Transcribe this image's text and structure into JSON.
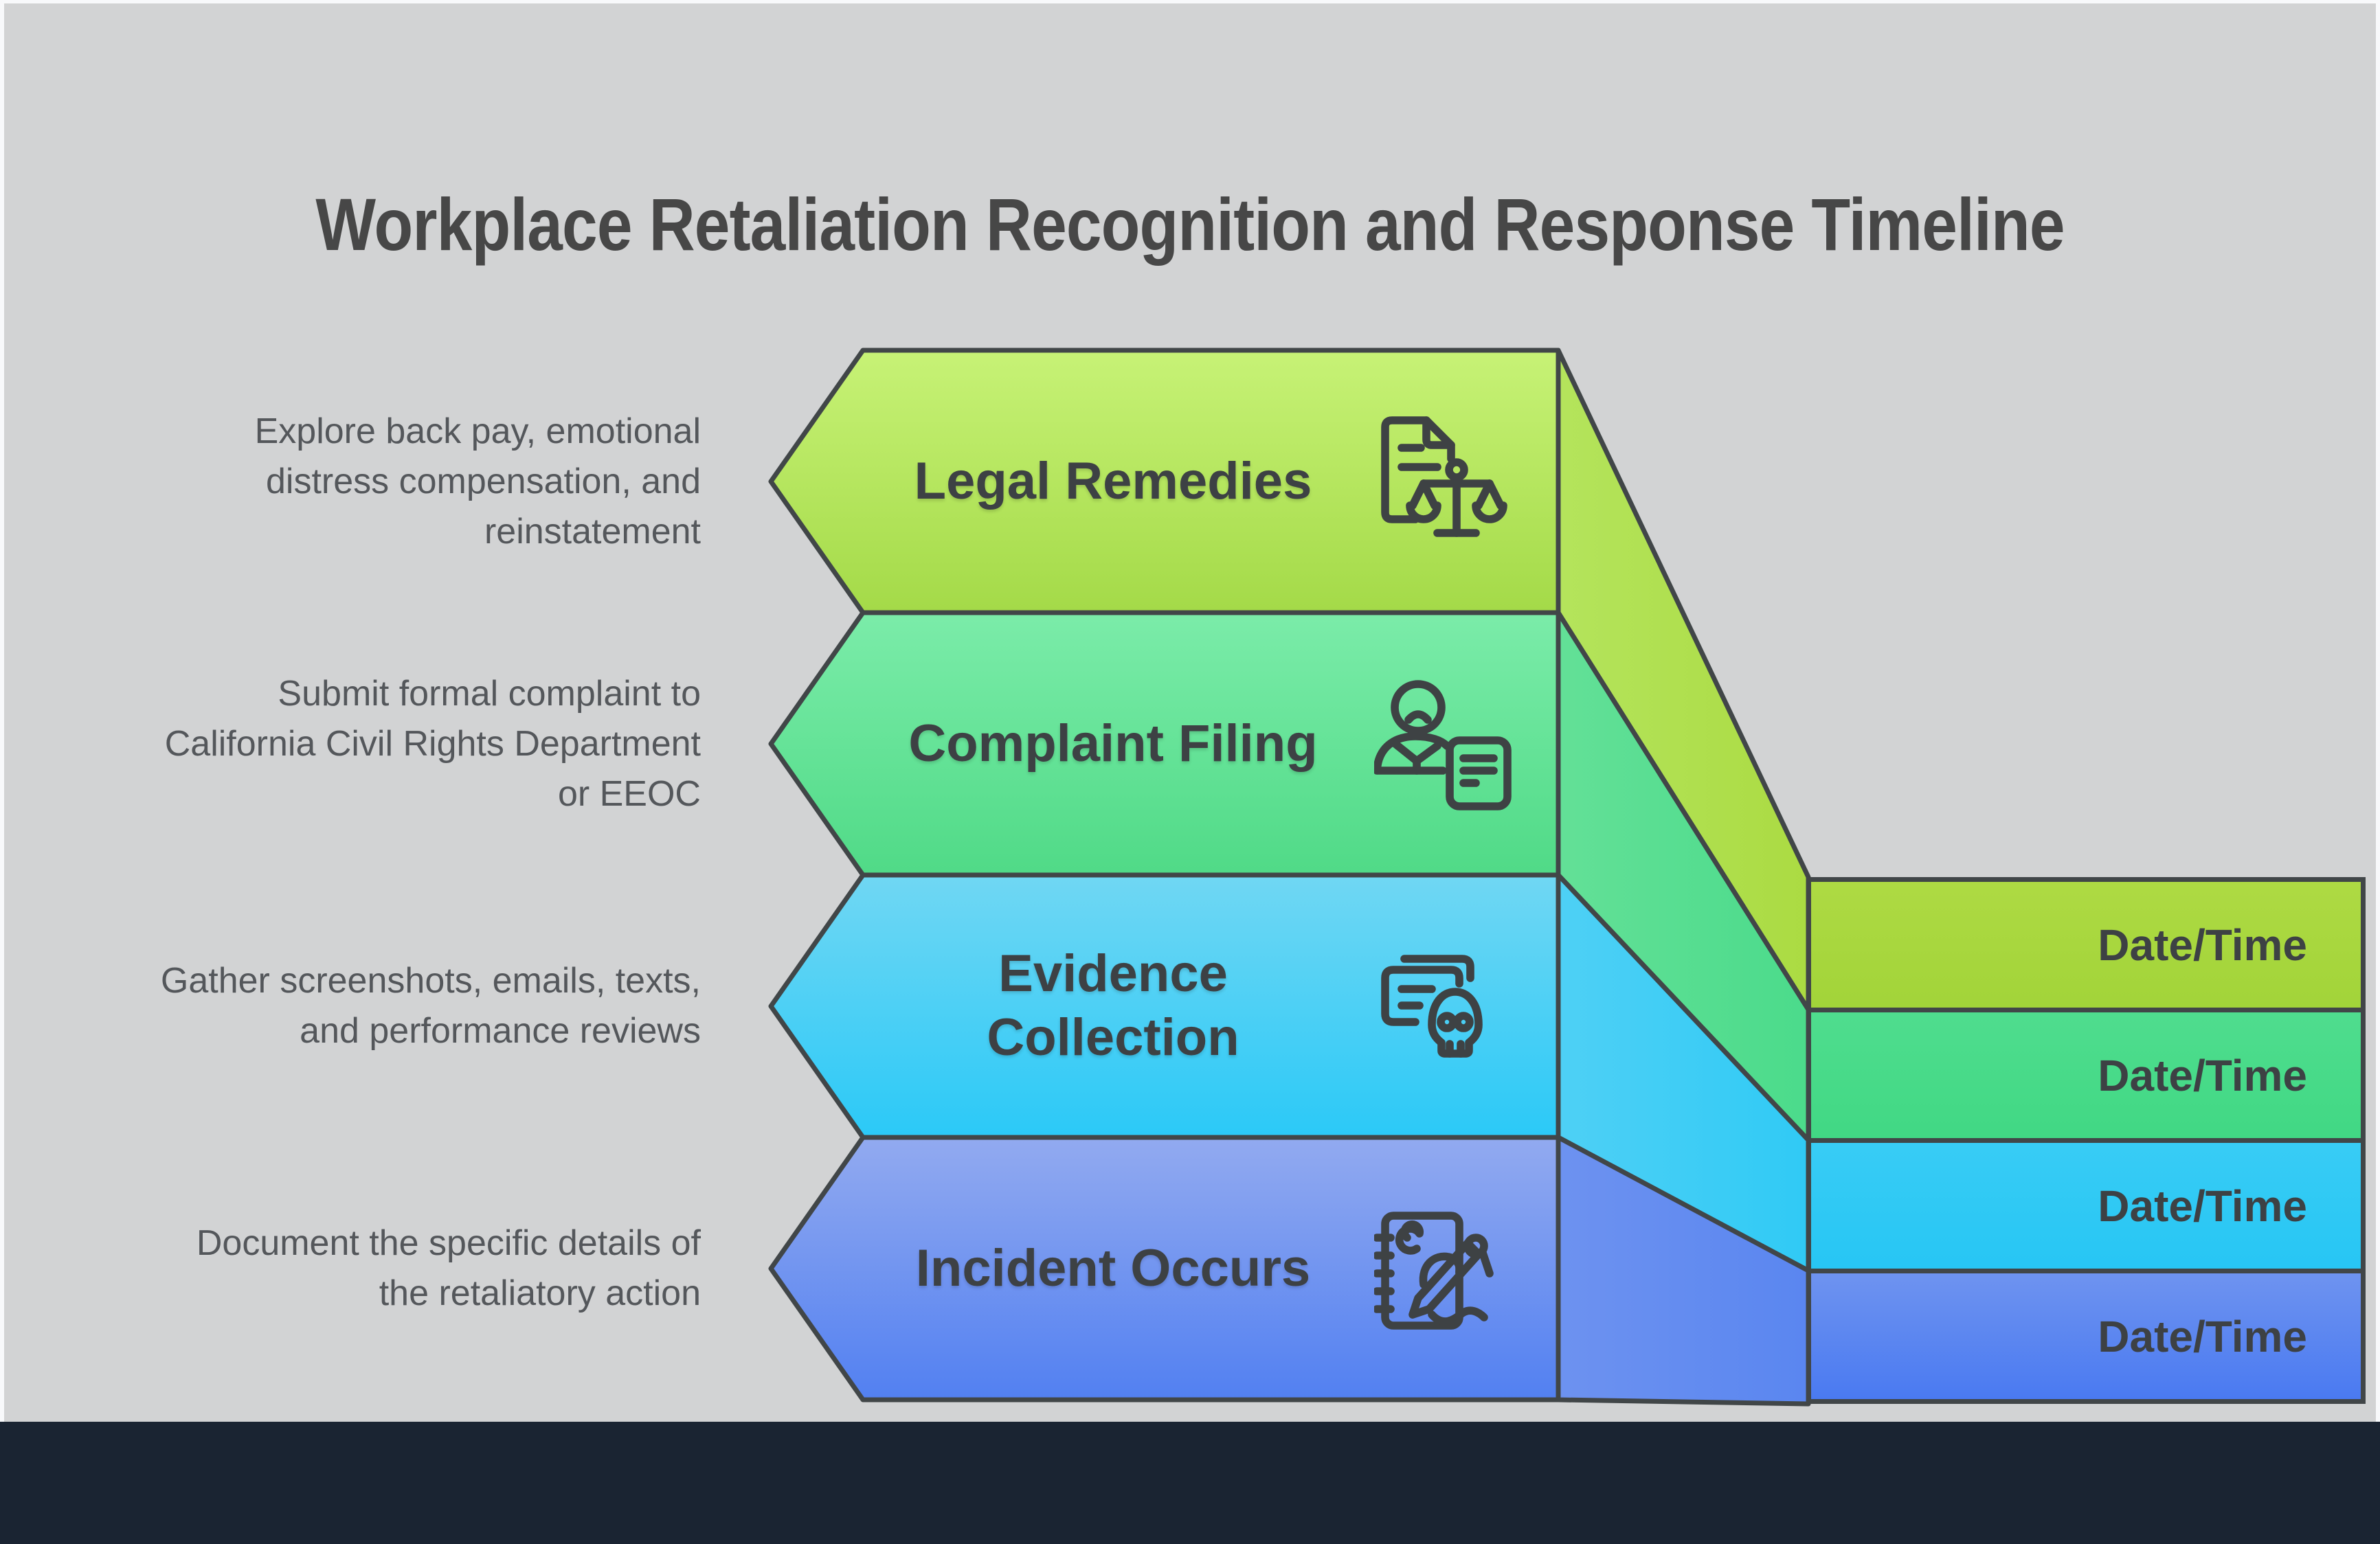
{
  "title": "Workplace Retaliation Recognition and Response Timeline",
  "theme": {
    "background": "#d2d3d4",
    "page_margin": "#f8f9fb",
    "footer_bar": "#1a2432",
    "outline": "#414648",
    "title_color": "#474747",
    "label_color": "#3d4144",
    "description_color": "#54575b"
  },
  "stages": [
    {
      "id": "legal-remedies",
      "label": "Legal Remedies",
      "description_lines": [
        "Explore back pay, emotional",
        "distress compensation, and",
        "reinstatement"
      ],
      "date_label": "Date/Time",
      "icon": "document-scales-icon",
      "arrow_top_color": "#c7f276",
      "arrow_bottom_color": "#a4da48",
      "band_from": "#b4e45c",
      "band_to": "#abdb42",
      "box_bg": "linear-gradient(180deg,#aeda43,#a2d439)"
    },
    {
      "id": "complaint-filing",
      "label": "Complaint Filing",
      "description_lines": [
        "Submit formal complaint to",
        "California Civil Rights Department",
        "or EEOC"
      ],
      "date_label": "Date/Time",
      "icon": "person-complaint-form-icon",
      "arrow_top_color": "#7beca9",
      "arrow_bottom_color": "#50da87",
      "band_from": "#63e097",
      "band_to": "#4bdb8b",
      "box_bg": "linear-gradient(180deg,#4fdd8e,#41d884)"
    },
    {
      "id": "evidence-collection",
      "label": "Evidence Collection",
      "description_lines": [
        "Gather screenshots, emails, texts,",
        "and performance reviews"
      ],
      "date_label": "Date/Time",
      "icon": "documents-skull-icon",
      "arrow_top_color": "#70d7f3",
      "arrow_bottom_color": "#2bc9f7",
      "band_from": "#4ed0f5",
      "band_to": "#30caf5",
      "box_bg": "linear-gradient(180deg,#38ccf5,#27c6f4)"
    },
    {
      "id": "incident-occurs",
      "label": "Incident Occurs",
      "description_lines": [
        "Document the specific details of",
        "the retaliatory action"
      ],
      "date_label": "Date/Time",
      "icon": "notebook-pen-icon",
      "arrow_top_color": "#92aaf0",
      "arrow_bottom_color": "#5280f1",
      "band_from": "#6d92f0",
      "band_to": "#5a86f0",
      "box_bg": "linear-gradient(180deg,#6e93f0,#4a7af1)"
    }
  ]
}
